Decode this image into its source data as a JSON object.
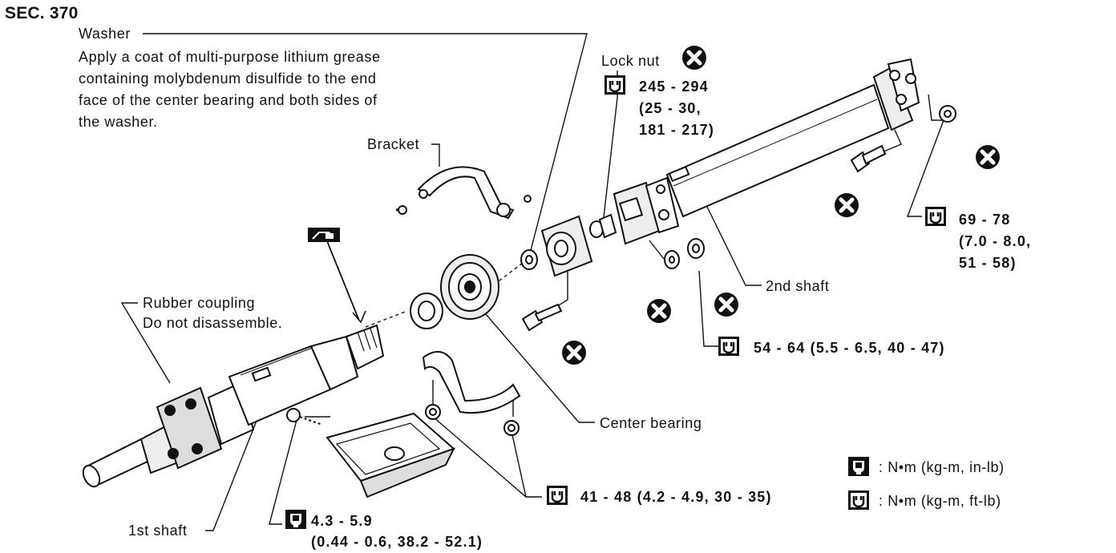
{
  "section": "SEC. 370",
  "washer": {
    "title": "Washer",
    "note": [
      "Apply a coat of multi-purpose lithium grease",
      "containing molybdenum disulfide to the end",
      "face of the center bearing and both sides of",
      "the washer."
    ]
  },
  "labels": {
    "lock_nut": "Lock nut",
    "bracket": "Bracket",
    "rubber_coupling": "Rubber coupling",
    "do_not_disassemble": "Do not disassemble.",
    "second_shaft": "2nd shaft",
    "center_bearing": "Center bearing",
    "first_shaft": "1st shaft"
  },
  "torques": {
    "lock_nut": [
      "245 - 294",
      "(25 - 30,",
      "181 - 217)"
    ],
    "flange_nut": [
      "69 - 78",
      "(7.0 - 8.0,",
      "51 - 58)"
    ],
    "center_nut": "54 - 64 (5.5 - 6.5, 40 - 47)",
    "bracket_nut": "41 - 48 (4.2 - 4.9, 30 - 35)",
    "heat_shield_bolt": [
      "4.3 - 5.9",
      "(0.44 - 0.6, 38.2 - 52.1)"
    ]
  },
  "legend": {
    "in_lb": ": N•m (kg-m, in-lb)",
    "ft_lb": ": N•m (kg-m, ft-lb)"
  },
  "icons": {
    "do_not_reuse": "x-circle-icon",
    "torque_ft_lb": "wrench-torque-icon",
    "torque_in_lb": "wrench-torque-filled-icon",
    "grease": "grease-icon"
  },
  "colors": {
    "ink": "#111111",
    "paper": "#ffffff"
  }
}
